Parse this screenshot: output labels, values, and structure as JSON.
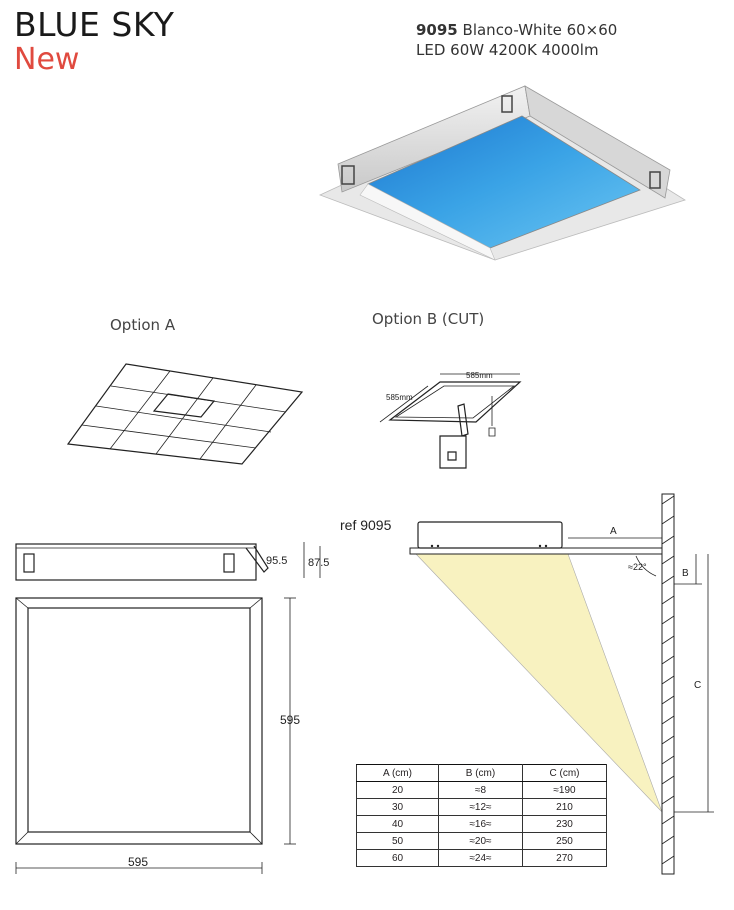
{
  "header": {
    "title": "BLUE SKY",
    "subtitle": "New"
  },
  "spec": {
    "ref": "9095",
    "line1_rest": "Blanco-White  60×60",
    "line2": "LED 60W 4200K 4000lm"
  },
  "options": {
    "a_label": "Option A",
    "b_label": "Option B (CUT)",
    "cut_width": "585mm",
    "cut_depth": "585mm"
  },
  "dimensions": {
    "side_height_1": "95.5",
    "side_height_2": "87.5",
    "front_height": "595",
    "front_width": "595"
  },
  "install": {
    "ref_label": "ref 9095",
    "a": "A",
    "b": "B",
    "c": "C",
    "angle": "≈22°"
  },
  "table": {
    "headers": [
      "A (cm)",
      "B (cm)",
      "C (cm)"
    ],
    "rows": [
      [
        "20",
        "≈8",
        "≈190"
      ],
      [
        "30",
        "≈12≈",
        "210"
      ],
      [
        "40",
        "≈16≈",
        "230"
      ],
      [
        "50",
        "≈20≈",
        "250"
      ],
      [
        "60",
        "≈24≈",
        "270"
      ]
    ]
  },
  "colors": {
    "accent": "#e04a3f",
    "sky": "#2f8ad6",
    "light_beam": "#f8f2c0"
  }
}
